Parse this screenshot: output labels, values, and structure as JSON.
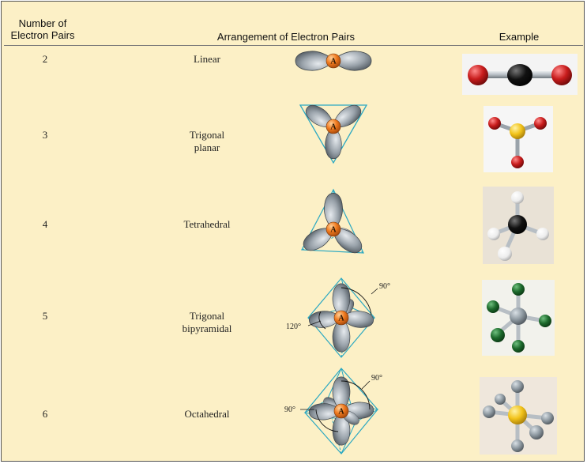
{
  "headers": {
    "count_line1": "Number of",
    "count_line2": "Electron Pairs",
    "arrangement": "Arrangement of Electron Pairs",
    "example": "Example"
  },
  "rows": [
    {
      "count": "2",
      "name_line1": "Linear",
      "name_line2": ""
    },
    {
      "count": "3",
      "name_line1": "Trigonal",
      "name_line2": "planar"
    },
    {
      "count": "4",
      "name_line1": "Tetrahedral",
      "name_line2": ""
    },
    {
      "count": "5",
      "name_line1": "Trigonal",
      "name_line2": "bipyramidal",
      "angle_axial": "90°",
      "angle_equatorial": "120°"
    },
    {
      "count": "6",
      "name_line1": "Octahedral",
      "name_line2": "",
      "angle_top": "90°",
      "angle_left": "90°"
    }
  ],
  "central_atom_label": "A",
  "colors": {
    "background": "#fcf0c6",
    "lobe": "#9aa3ab",
    "atom": "#f07a1e",
    "outline": "#2aa8c2",
    "red_atom": "#c81c1c",
    "black_atom": "#111111",
    "yellow_atom": "#f2c31a",
    "green_atom": "#1d6a2c",
    "white_atom": "#ececec",
    "gray_atom": "#8f9aa2"
  }
}
